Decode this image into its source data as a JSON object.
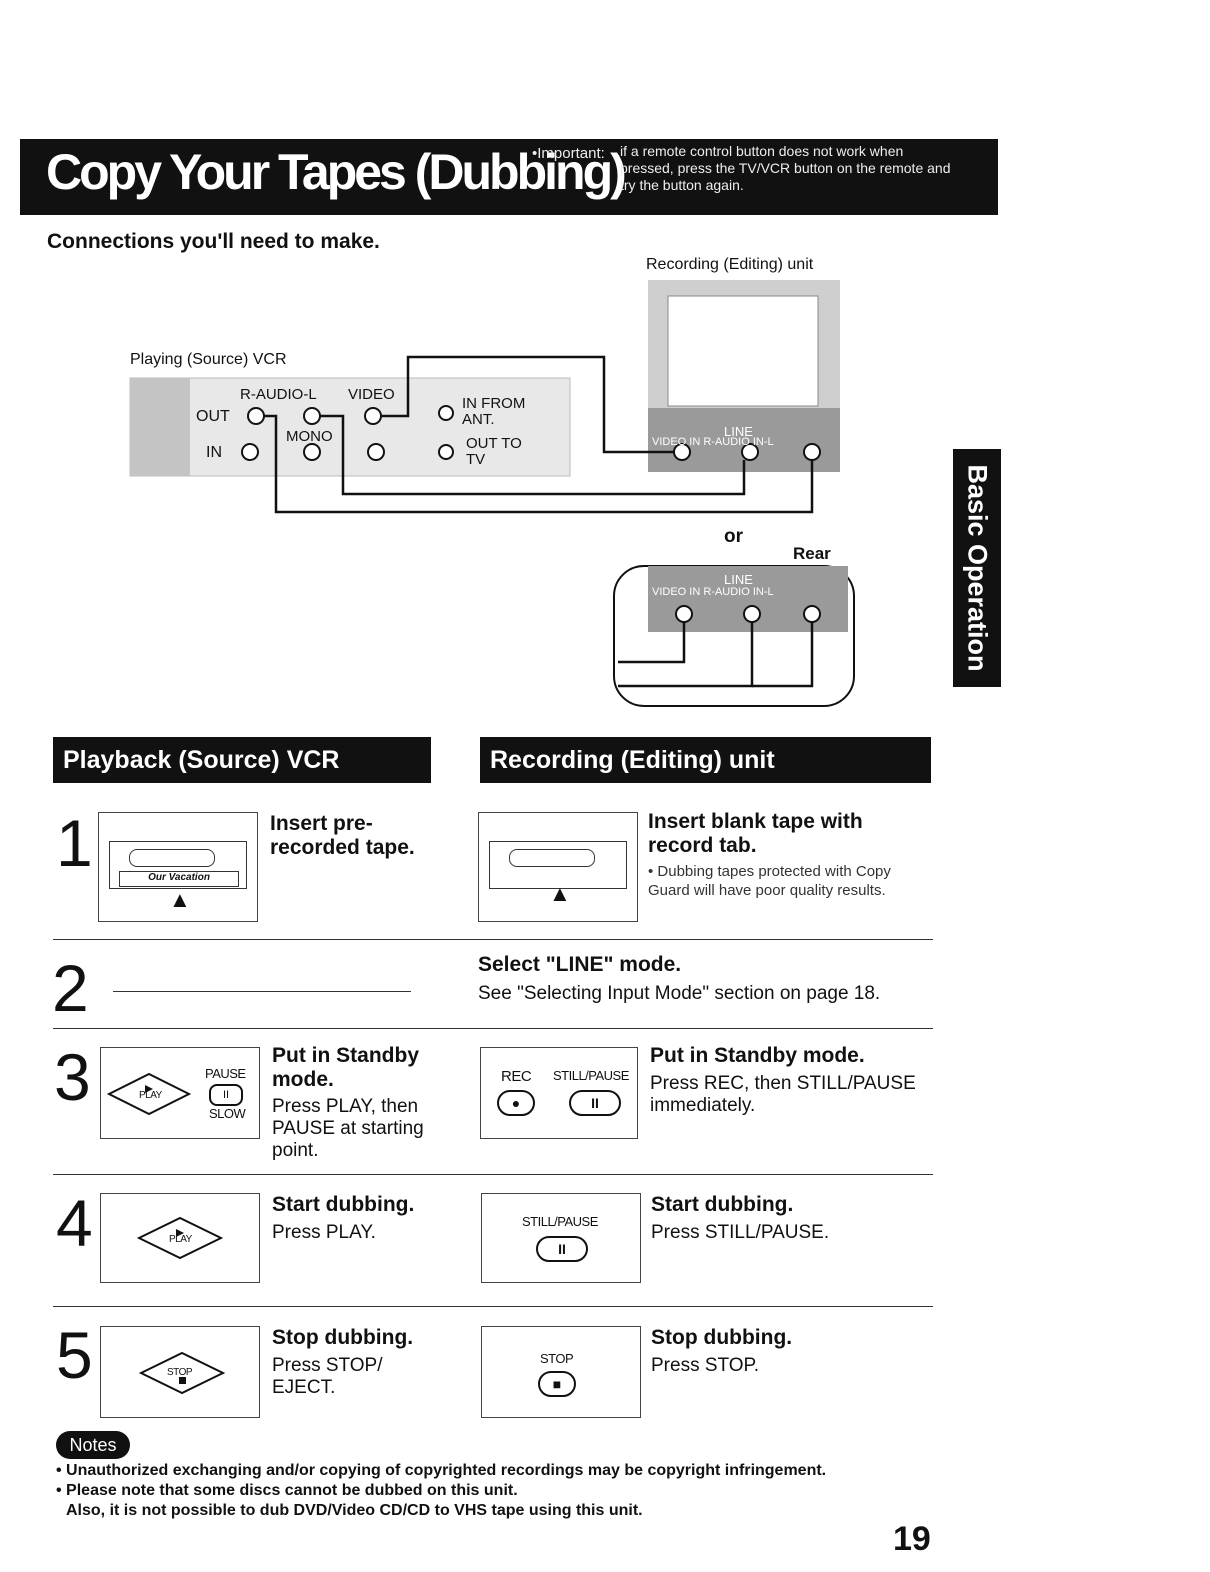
{
  "header": {
    "title": "Copy Your Tapes (Dubbing)",
    "important_label": "•Important:",
    "important_text": "if a remote control button does not work when pressed, press the TV/VCR button on the remote and try the button again."
  },
  "connections": {
    "heading": "Connections you'll need to make.",
    "recording_unit_label": "Recording (Editing) unit",
    "playing_vcr_label": "Playing (Source) VCR",
    "raudio_label": "R-AUDIO-L",
    "video_label": "VIDEO",
    "out_label": "OUT",
    "in_label": "IN",
    "mono_label": "MONO",
    "in_from_ant": "IN FROM ANT.",
    "out_to_tv": "OUT TO TV",
    "or_label": "or",
    "rear_label": "Rear",
    "line_label": "LINE",
    "jacks_label": "VIDEO IN  R-AUDIO IN-L"
  },
  "sidebar_tab": "Basic Operation",
  "columns": {
    "left": "Playback (Source) VCR",
    "right": "Recording (Editing) unit"
  },
  "steps": [
    {
      "number": "1",
      "left_title": "Insert pre-recorded tape.",
      "left_tape_label": "Our Vacation",
      "right_title": "Insert blank tape with record tab.",
      "right_note": "• Dubbing tapes protected with Copy Guard will have poor quality results."
    },
    {
      "number": "2",
      "right_title": "Select \"LINE\" mode.",
      "right_desc": "See \"Selecting Input Mode\" section on page 18."
    },
    {
      "number": "3",
      "left_title": "Put in Standby mode.",
      "left_desc": "Press PLAY, then PAUSE at starting point.",
      "left_btn_play": "PLAY",
      "left_btn_pause": "PAUSE",
      "left_btn_slow": "SLOW",
      "right_title": "Put in Standby mode.",
      "right_desc": "Press REC, then STILL/PAUSE immediately.",
      "right_btn_rec": "REC",
      "right_btn_still": "STILL/PAUSE"
    },
    {
      "number": "4",
      "left_title": "Start dubbing.",
      "left_desc": "Press PLAY.",
      "left_btn_play": "PLAY",
      "right_title": "Start dubbing.",
      "right_desc": "Press STILL/PAUSE.",
      "right_btn_still": "STILL/PAUSE"
    },
    {
      "number": "5",
      "left_title": "Stop dubbing.",
      "left_desc": "Press STOP/ EJECT.",
      "left_btn_stop": "STOP",
      "right_title": "Stop dubbing.",
      "right_desc": "Press STOP.",
      "right_btn_stop": "STOP"
    }
  ],
  "notes": {
    "badge": "Notes",
    "lines": [
      "• Unauthorized exchanging and/or copying of copyrighted recordings may be copyright infringement.",
      "• Please note that some discs cannot be dubbed on this unit.",
      "Also, it is not possible to dub DVD/Video CD/CD to VHS tape using this unit."
    ]
  },
  "page_number": "19"
}
